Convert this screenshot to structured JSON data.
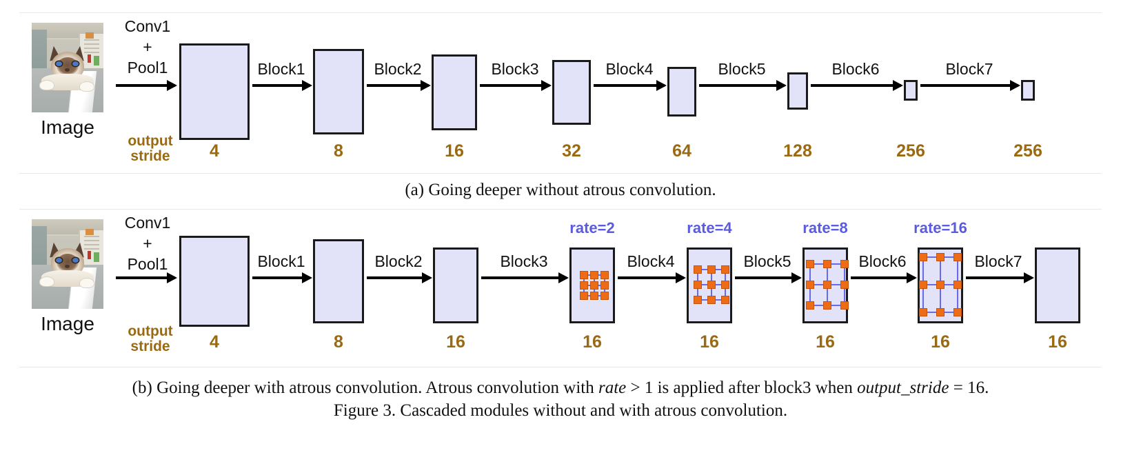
{
  "figure": {
    "number": "Figure 3.",
    "title": "Cascaded modules without and with atrous convolution.",
    "full_bottom_line": "Figure 3. Cascaded modules without and with atrous convolution."
  },
  "common": {
    "image_label": "Image",
    "stem_label_line1": "Conv1",
    "stem_label_line2": "+",
    "stem_label_line3": "Pool1",
    "output_stride_line1": "output",
    "output_stride_line2": "stride",
    "colors": {
      "feature_box_fill": "#e2e2f8",
      "feature_box_stroke": "#1a1a1a",
      "stride_text": "#9a6a12",
      "rate_text": "#5b5bdd",
      "kernel_dot": "#ef6c16",
      "kernel_line": "#6a6ae8",
      "panel_border": "#e8e8e8",
      "background": "#ffffff"
    }
  },
  "panel_a": {
    "id": "a",
    "caption": "(a) Going deeper without atrous convolution.",
    "blocks": [
      {
        "arrow_label": "Block1",
        "stride": "4"
      },
      {
        "arrow_label": "Block2",
        "stride": "8"
      },
      {
        "arrow_label": "Block3",
        "stride": "16"
      },
      {
        "arrow_label": "Block4",
        "stride": "32"
      },
      {
        "arrow_label": "Block5",
        "stride": "64"
      },
      {
        "arrow_label": "Block6",
        "stride": "128"
      },
      {
        "arrow_label": "Block7",
        "stride": "256"
      }
    ],
    "strides": [
      "4",
      "8",
      "16",
      "32",
      "64",
      "128",
      "256",
      "256"
    ],
    "arrow_labels": [
      "Block1",
      "Block2",
      "Block3",
      "Block4",
      "Block5",
      "Block6",
      "Block7"
    ]
  },
  "panel_b": {
    "id": "b",
    "caption_parts": {
      "prefix": "(b) Going deeper with atrous convolution. Atrous convolution with ",
      "math_rate": "rate",
      "gt": " > ",
      "one": "1",
      "middle": " is applied after block3 when ",
      "math_os": "output_stride",
      "eq": " = ",
      "sixteen": "16",
      "period": "."
    },
    "caption_plain": "(b) Going deeper with atrous convolution. Atrous convolution with rate > 1 is applied after block3 when output_stride = 16.",
    "strides": [
      "4",
      "8",
      "16",
      "16",
      "16",
      "16",
      "16",
      "16"
    ],
    "arrow_labels": [
      "Block1",
      "Block2",
      "Block3",
      "Block4",
      "Block5",
      "Block6",
      "Block7"
    ],
    "rate_labels": [
      {
        "index": 3,
        "text": "rate=2",
        "rate": 2
      },
      {
        "index": 4,
        "text": "rate=4",
        "rate": 4
      },
      {
        "index": 5,
        "text": "rate=8",
        "rate": 8
      },
      {
        "index": 6,
        "text": "rate=16",
        "rate": 16
      }
    ],
    "kernel_taps": 9,
    "kernel_grid": "3x3"
  }
}
